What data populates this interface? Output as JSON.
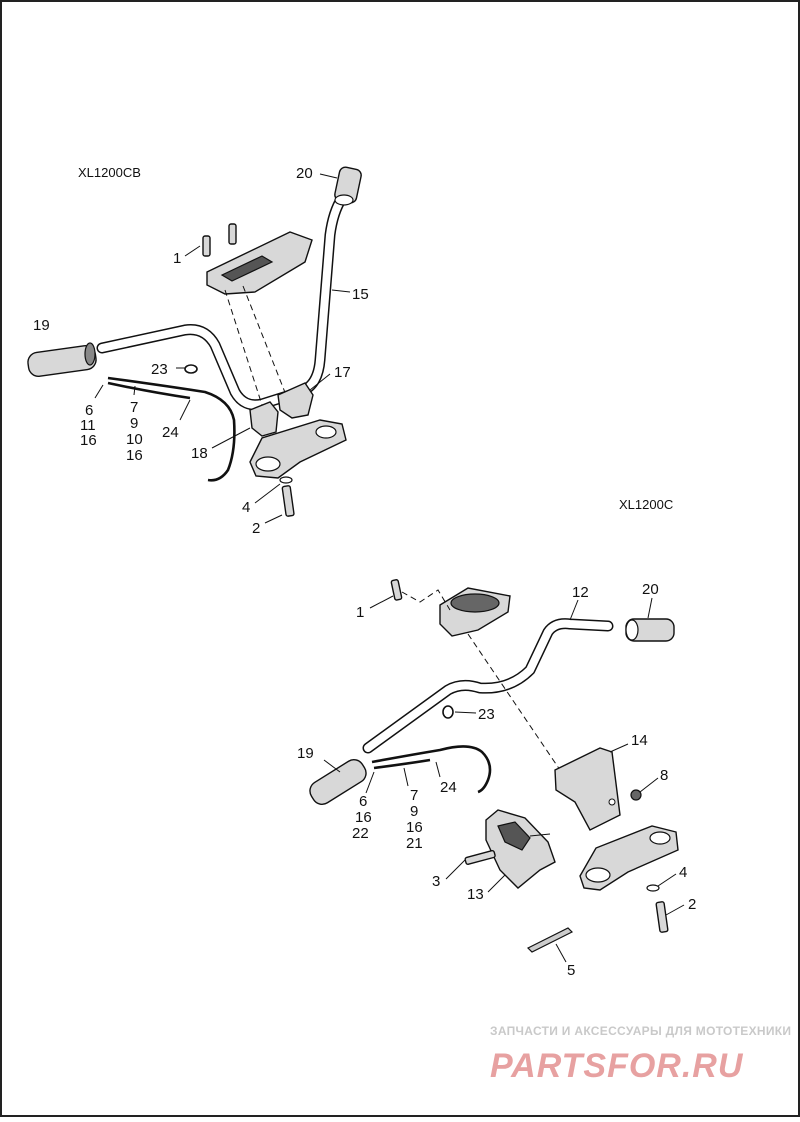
{
  "models": {
    "top": "XL1200CB",
    "bottom": "XL1200C"
  },
  "callouts_top": {
    "c1": "1",
    "c2": "2",
    "c4": "4",
    "c15": "15",
    "c17": "17",
    "c18": "18",
    "c19": "19",
    "c20": "20",
    "c23": "23",
    "c24": "24",
    "s6": [
      "6",
      "11",
      "16"
    ],
    "s7": [
      "7",
      "9",
      "10",
      "16"
    ]
  },
  "callouts_bottom": {
    "c1": "1",
    "c2": "2",
    "c3": "3",
    "c4": "4",
    "c5": "5",
    "c8": "8",
    "c12": "12",
    "c13": "13",
    "c14": "14",
    "c19": "19",
    "c20": "20",
    "c23": "23",
    "c24": "24",
    "s6": [
      "6",
      "16",
      "22"
    ],
    "s7": [
      "7",
      "9",
      "16",
      "21"
    ]
  },
  "watermark": {
    "tagline": "ЗАПЧАСТИ И АКСЕССУАРЫ ДЛЯ МОТОТЕХНИКИ",
    "logo": "PARTSFOR.RU"
  }
}
